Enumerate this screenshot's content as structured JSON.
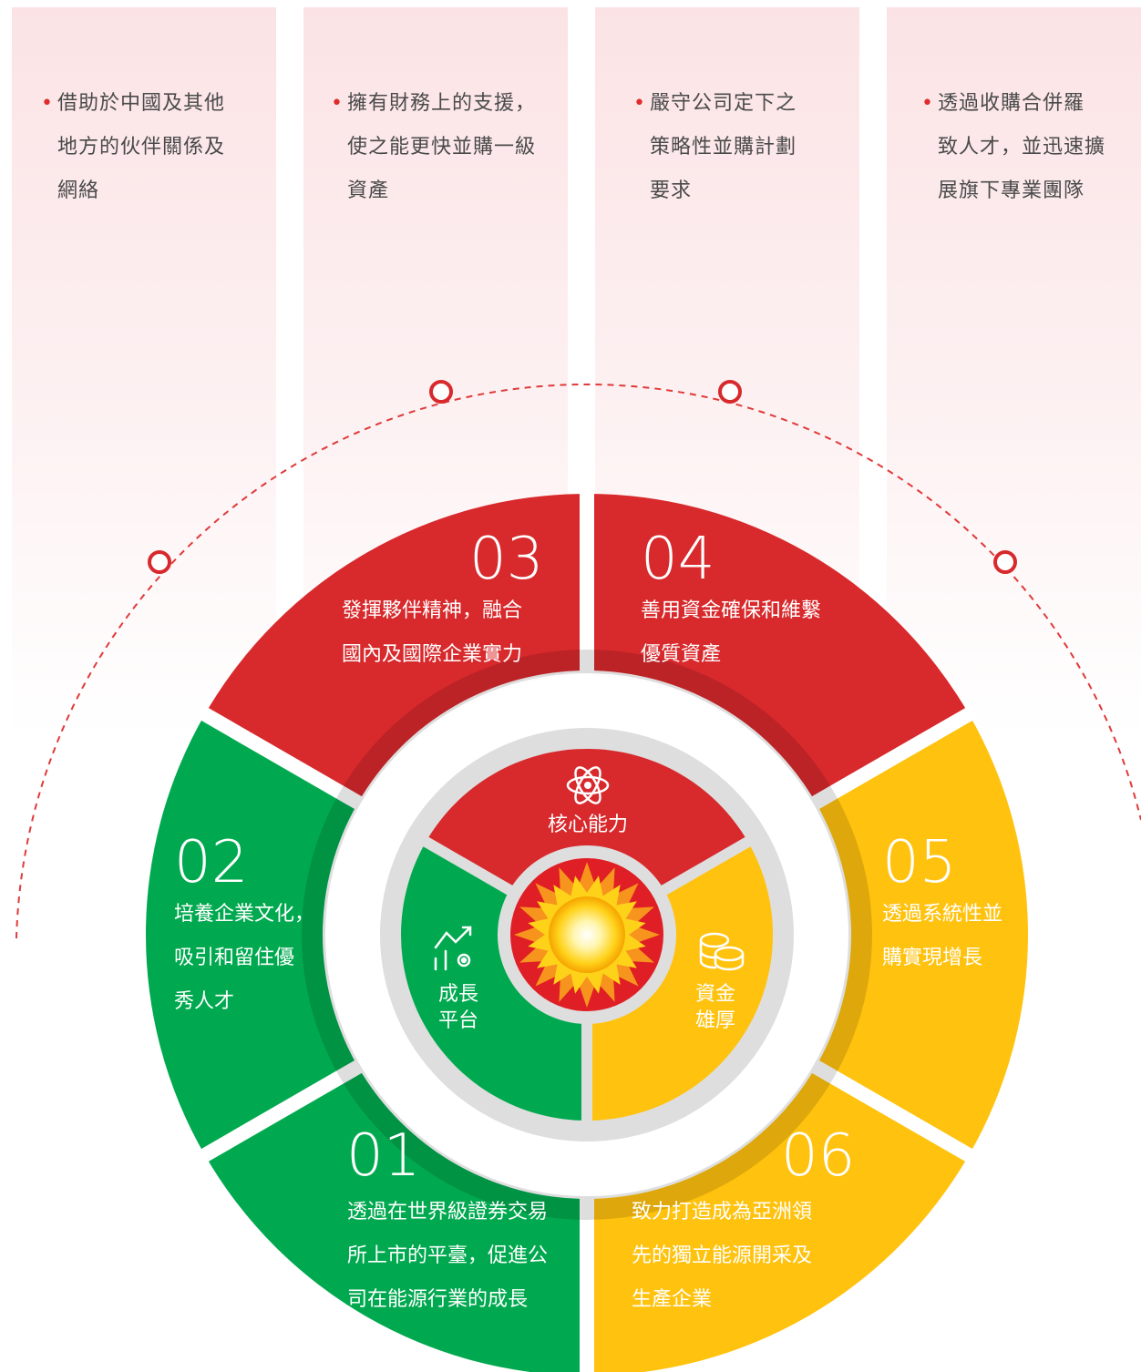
{
  "panels": [
    {
      "text": "借助於中國及其他地方的伙伴關係及網絡",
      "lines": [
        "借助於中國及其他",
        "地方的伙伴關係及",
        "網絡"
      ]
    },
    {
      "text": "擁有財務上的支援，使之能更快並購一級資產",
      "lines": [
        "擁有財務上的支援，",
        "使之能更快並購一級",
        "資產"
      ]
    },
    {
      "text": "嚴守公司定下之策略性並購計劃要求",
      "lines": [
        "嚴守公司定下之",
        "策略性並購計劃",
        "要求"
      ]
    },
    {
      "text": "透過收購合併羅致人才，並迅速擴展旗下專業團隊",
      "lines": [
        "透過收購合併羅",
        "致人才，並迅速擴",
        "展旗下專業團隊"
      ]
    }
  ],
  "segments": [
    {
      "number": "01",
      "lines": [
        "透過在世界級證券交易",
        "所上市的平臺，促進公",
        "司在能源行業的成長"
      ]
    },
    {
      "number": "02",
      "lines": [
        "培養企業文化，",
        "吸引和留住優",
        "秀人才"
      ]
    },
    {
      "number": "03",
      "lines": [
        "發揮夥伴精神，融合",
        "國內及國際企業實力"
      ]
    },
    {
      "number": "04",
      "lines": [
        "善用資金確保和維繫",
        "優質資產"
      ]
    },
    {
      "number": "05",
      "lines": [
        "透過系統性並",
        "購實現增長"
      ]
    },
    {
      "number": "06",
      "lines": [
        "致力打造成為亞洲領",
        "先的獨立能源開采及",
        "生產企業"
      ]
    }
  ],
  "core": {
    "top": {
      "label": "核心能力",
      "icon": "atom-icon"
    },
    "left": {
      "lines": [
        "成長",
        "平台"
      ],
      "icon": "growth-chart-gear-icon"
    },
    "right": {
      "lines": [
        "資金",
        "雄厚"
      ],
      "icon": "coins-stack-icon"
    }
  },
  "colors": {
    "red": "#d8292c",
    "green": "#00a94f",
    "yellow": "#ffc20e",
    "ring_gray": "#dedede",
    "text_gray": "#4a4a4a",
    "panel_pink": "#fbe3e5"
  }
}
